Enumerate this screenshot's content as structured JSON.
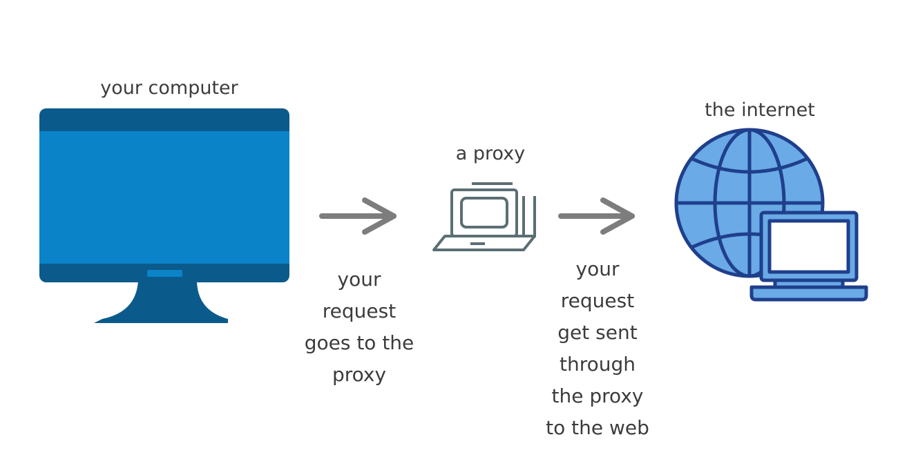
{
  "nodes": {
    "computer": {
      "label": "your computer"
    },
    "proxy": {
      "label": "a proxy"
    },
    "internet": {
      "label": "the internet"
    }
  },
  "edges": [
    {
      "from": "computer",
      "to": "proxy",
      "caption_lines": [
        "your",
        "request",
        "goes to the",
        "proxy"
      ]
    },
    {
      "from": "proxy",
      "to": "internet",
      "caption_lines": [
        "your",
        "request",
        "get sent",
        "through",
        "the proxy",
        "to the web"
      ]
    }
  ],
  "colors": {
    "monitor_frame": "#0b5a8c",
    "monitor_screen": "#0a83c9",
    "arrow": "#7d7d7d",
    "laptop_outline": "#5b6e73",
    "globe_fill": "#6aaae6",
    "globe_stroke": "#1f3f8c",
    "text": "#3c3c3c"
  },
  "icons": {
    "computer": "desktop-monitor-icon",
    "proxy": "laptop-outline-icon",
    "internet": "globe-with-laptop-icon",
    "edge": "right-arrow-icon"
  }
}
